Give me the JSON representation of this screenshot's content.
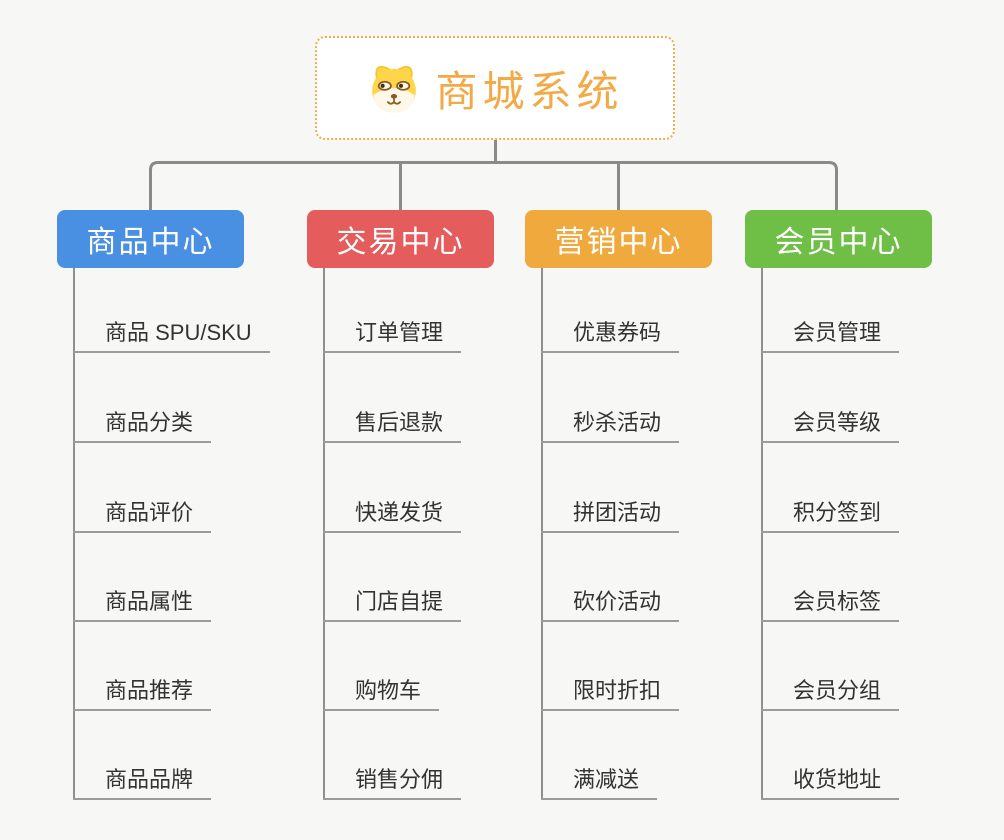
{
  "canvas": {
    "background_color": "#f7f7f6",
    "connector_color": "#8a8a8a",
    "underline_color": "#9b9b9b"
  },
  "root": {
    "title": "商城系统",
    "icon": "shiba-dog-icon",
    "text_color": "#f2aa47",
    "border_color": "#f2ae44",
    "background_color": "#ffffff"
  },
  "branches": [
    {
      "label": "商品中心",
      "color": "#4a90e2",
      "items": [
        "商品 SPU/SKU",
        "商品分类",
        "商品评价",
        "商品属性",
        "商品推荐",
        "商品品牌"
      ]
    },
    {
      "label": "交易中心",
      "color": "#e45c5c",
      "items": [
        "订单管理",
        "售后退款",
        "快递发货",
        "门店自提",
        "购物车",
        "销售分佣"
      ]
    },
    {
      "label": "营销中心",
      "color": "#efa93d",
      "items": [
        "优惠券码",
        "秒杀活动",
        "拼团活动",
        "砍价活动",
        "限时折扣",
        "满减送"
      ]
    },
    {
      "label": "会员中心",
      "color": "#6fbe45",
      "items": [
        "会员管理",
        "会员等级",
        "积分签到",
        "会员标签",
        "会员分组",
        "收货地址"
      ]
    }
  ]
}
